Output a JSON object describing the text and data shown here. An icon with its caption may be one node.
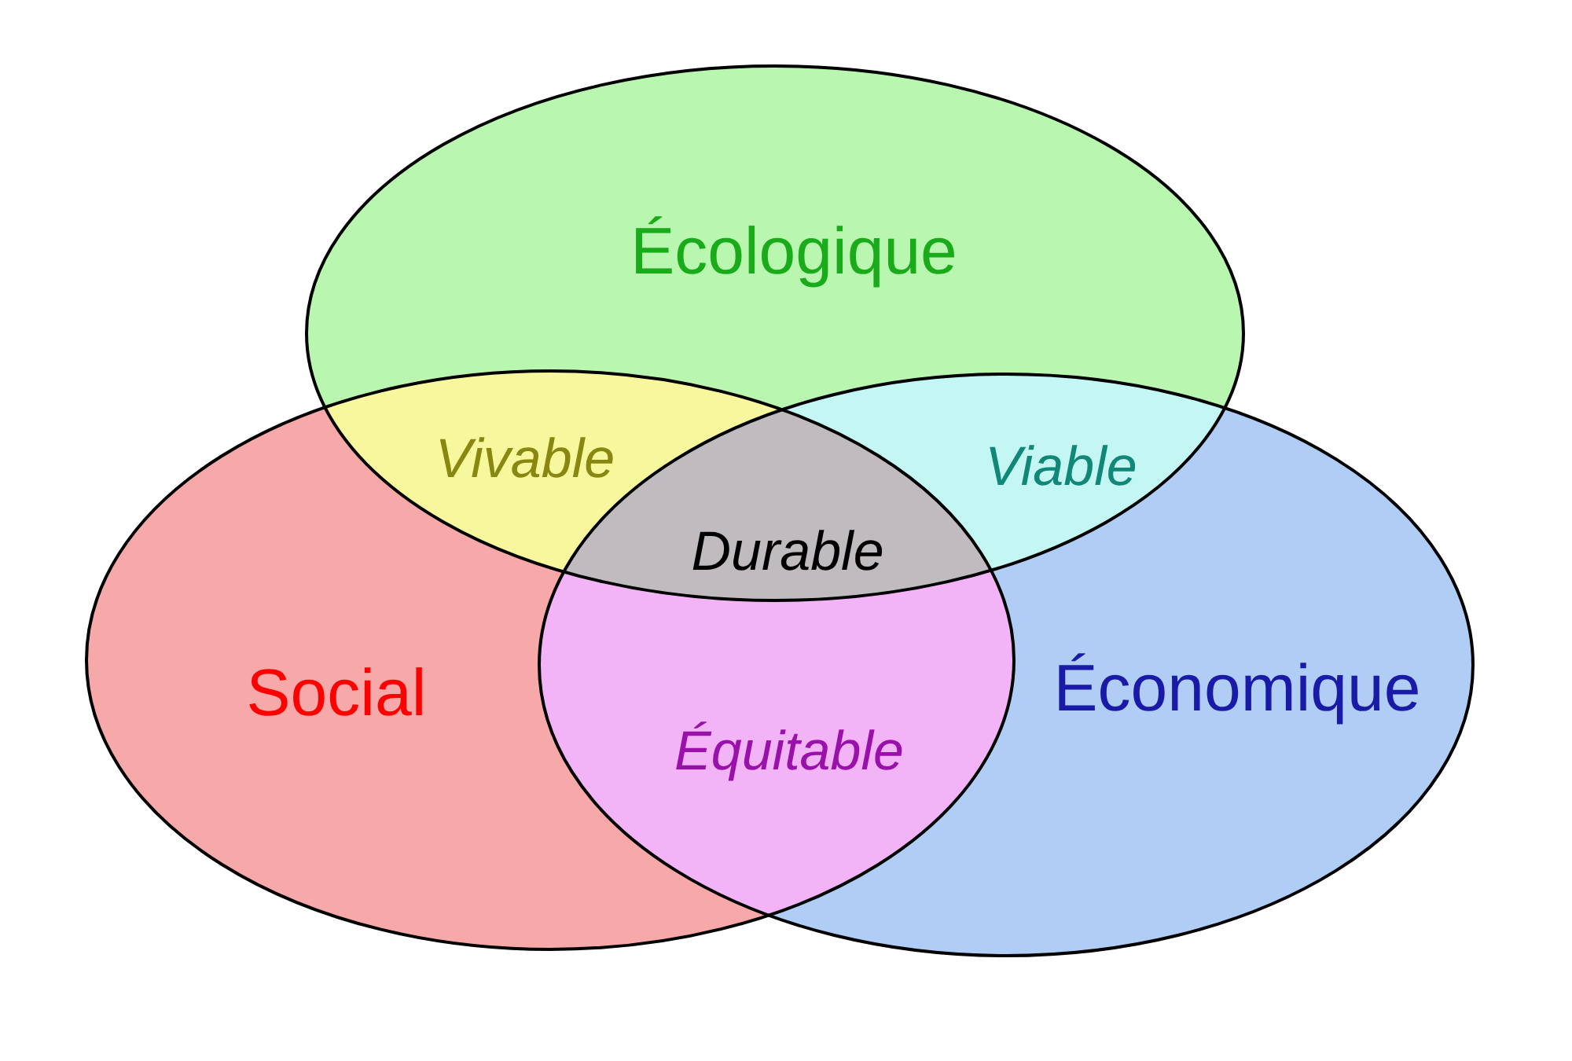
{
  "diagram": {
    "nodes": [
      {
        "text": [
          "Écologique"
        ]
      },
      {
        "text": [
          "Social"
        ]
      },
      {
        "text": [
          "Économique"
        ]
      }
    ],
    "labels": [
      "Vivable",
      "Viable",
      "Durable",
      "Équitable"
    ]
  }
}
